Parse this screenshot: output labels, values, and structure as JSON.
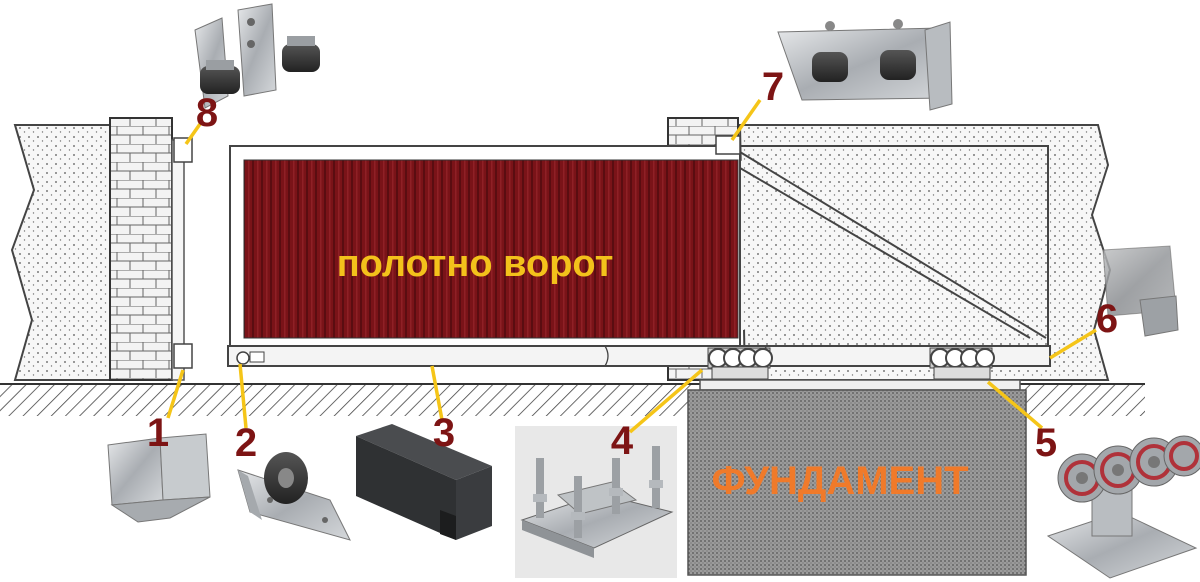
{
  "labels": {
    "gate_leaf": "полотно ворот",
    "foundation": "ФУНДАМЕНТ"
  },
  "callouts": [
    {
      "number": "1",
      "part": "lower-catcher"
    },
    {
      "number": "2",
      "part": "end-roller"
    },
    {
      "number": "3",
      "part": "guide-rail"
    },
    {
      "number": "4",
      "part": "mounting-plate"
    },
    {
      "number": "5",
      "part": "roller-carriage"
    },
    {
      "number": "6",
      "part": "end-cap"
    },
    {
      "number": "7",
      "part": "upper-guide-bracket"
    },
    {
      "number": "8",
      "part": "upper-catcher"
    }
  ],
  "colors": {
    "gate_panel": "#7a1318",
    "label_yellow": "#f3c21b",
    "foundation_label": "#f07a2a",
    "callout_number": "#7d1414",
    "callout_line": "#f5c518",
    "fence": "#f2f2f2",
    "foundation_fill": "#8a8a8a"
  }
}
